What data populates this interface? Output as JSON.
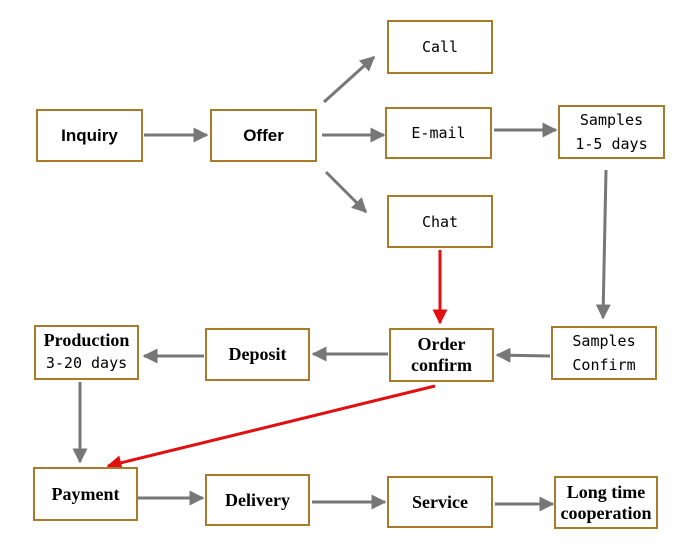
{
  "colors": {
    "border": "#a87a2a",
    "arrow_gray": "#777777",
    "arrow_red": "#e01010"
  },
  "nodes": {
    "inquiry": "Inquiry",
    "offer": "Offer",
    "call": "Call",
    "email": "E-mail",
    "chat": "Chat",
    "samples": {
      "line1": "Samples",
      "line2": "1-5 days"
    },
    "samples_confirm": {
      "line1": "Samples",
      "line2": "Confirm"
    },
    "order_confirm": {
      "line1": "Order",
      "line2": "confirm"
    },
    "deposit": "Deposit",
    "production": {
      "line1": "Production",
      "line2": "3-20 days"
    },
    "payment": "Payment",
    "delivery": "Delivery",
    "service": "Service",
    "long_time": {
      "line1": "Long time",
      "line2": "cooperation"
    }
  }
}
